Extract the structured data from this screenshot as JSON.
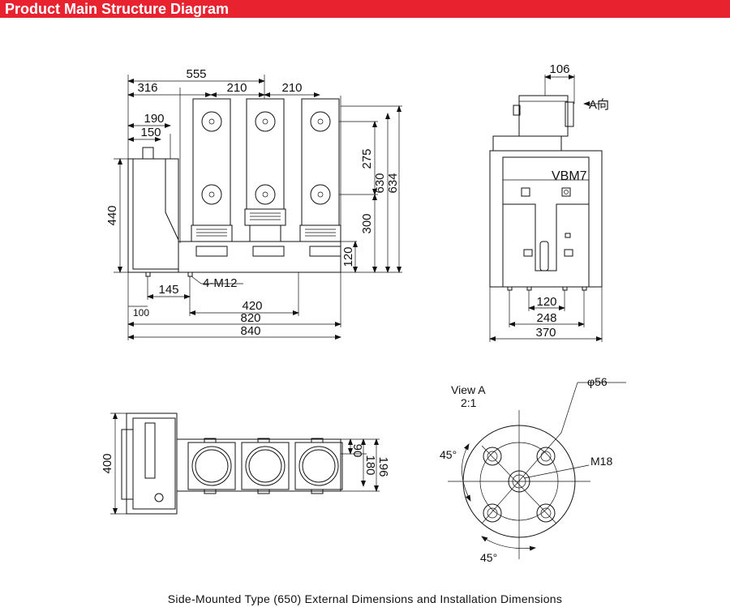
{
  "header": {
    "title": "Product Main Structure Diagram",
    "accent": "#e8222e"
  },
  "front_view": {
    "dims": {
      "d555": "555",
      "d316": "316",
      "d210a": "210",
      "d210b": "210",
      "d190": "190",
      "d150": "150",
      "d440": "440",
      "d275": "275",
      "d630": "630",
      "d634": "634",
      "d300": "300",
      "d120": "120",
      "d145": "145",
      "bolt": "4-M12",
      "d420": "420",
      "d100": "100",
      "d820": "820",
      "d840": "840"
    }
  },
  "side_view": {
    "d106": "106",
    "arrow_label": "A向",
    "model": "VBM7",
    "d120": "120",
    "d248": "248",
    "d370": "370"
  },
  "top_view": {
    "d400": "400",
    "d90": "90",
    "d180": "180",
    "d196": "196"
  },
  "view_a": {
    "title": "View A",
    "scale": "2:1",
    "phi": "φ56",
    "thread": "M18",
    "angle_top": "45°",
    "angle_bottom": "45°"
  },
  "caption": "Side-Mounted Type (650) External Dimensions and Installation Dimensions"
}
